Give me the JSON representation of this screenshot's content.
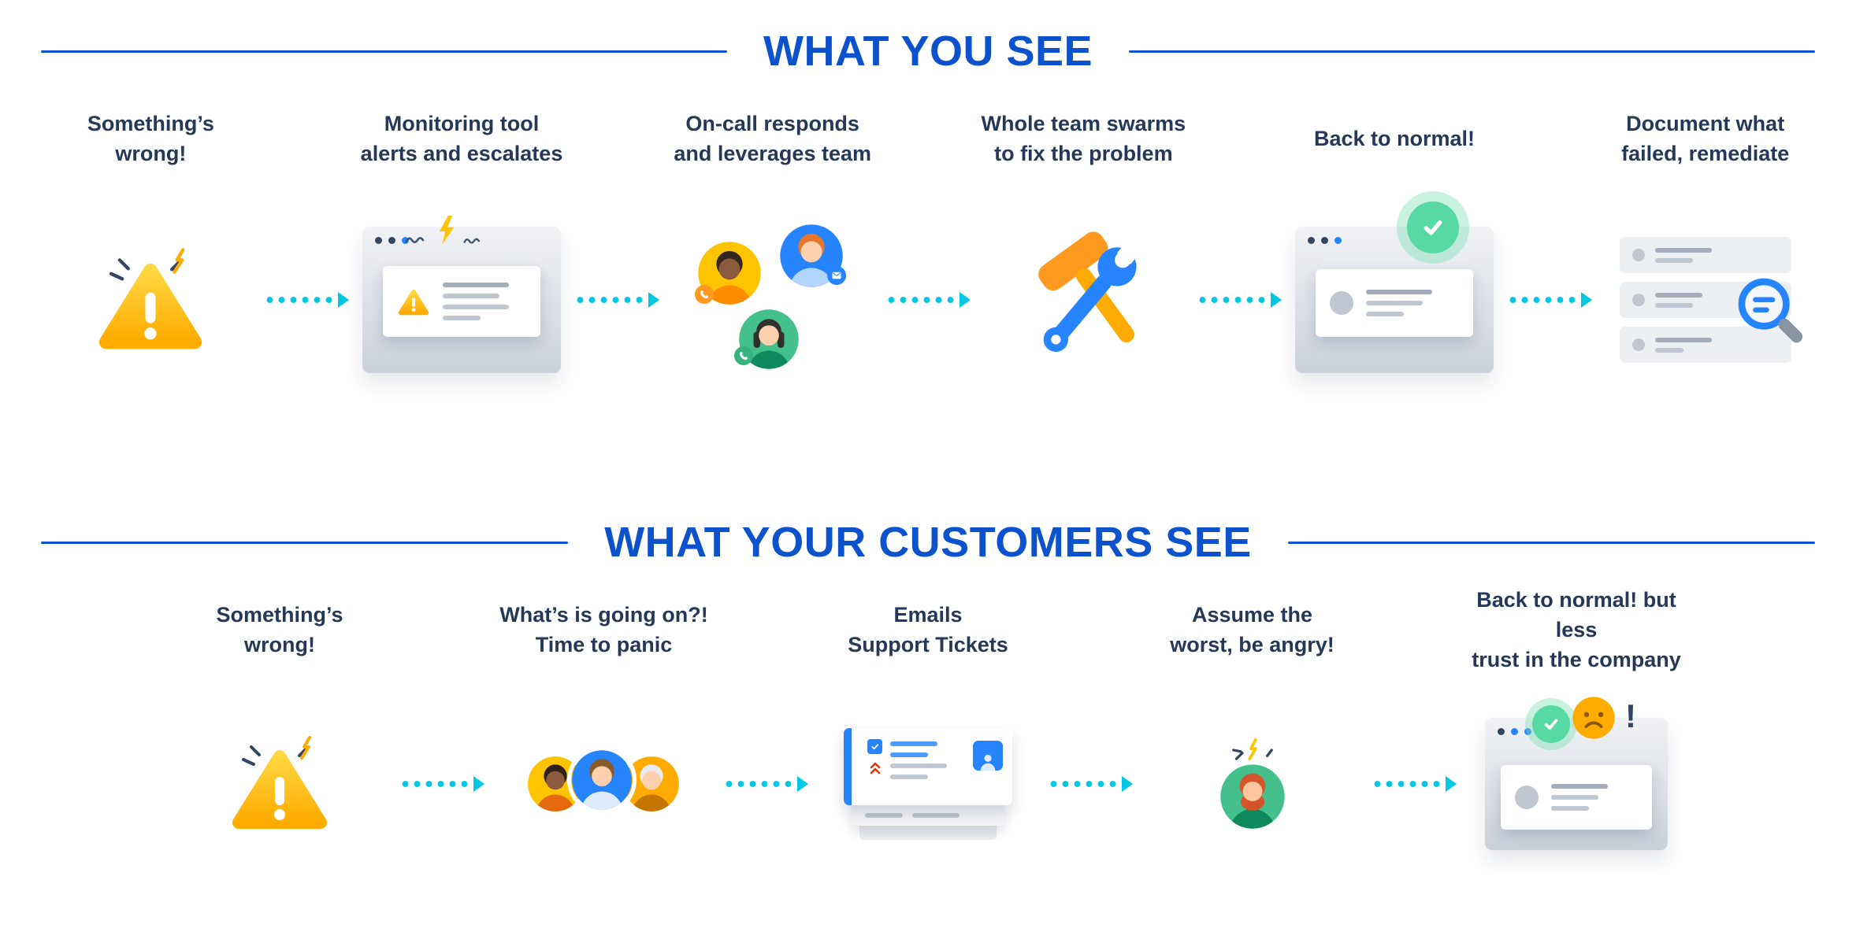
{
  "colors": {
    "title_blue": "#0B52CC",
    "text_navy": "#253858",
    "arrow_cyan": "#00C7E4",
    "warning_yellow": "#FFC400",
    "warning_orange": "#FFAB00",
    "success_green": "#57D9A3",
    "tool_blue": "#2684FF",
    "tool_orange": "#FF991F",
    "alert_red": "#DE350B"
  },
  "sections": [
    {
      "id": "what-you-see",
      "title": "WHAT YOU SEE",
      "steps": [
        {
          "label": "Something’s\nwrong!",
          "icon": "warning-triangle-icon"
        },
        {
          "label": "Monitoring tool\nalerts and escalates",
          "icon": "monitoring-alert-window-icon"
        },
        {
          "label": "On-call responds\nand leverages team",
          "icon": "on-call-team-avatars-icon"
        },
        {
          "label": "Whole team swarms\nto fix the problem",
          "icon": "crossed-tools-icon"
        },
        {
          "label": "Back to normal!",
          "icon": "window-success-check-icon"
        },
        {
          "label": "Document what\nfailed, remediate",
          "icon": "document-review-magnifier-icon"
        }
      ]
    },
    {
      "id": "what-your-customers-see",
      "title": "WHAT YOUR CUSTOMERS SEE",
      "steps": [
        {
          "label": "Something’s\nwrong!",
          "icon": "warning-triangle-icon"
        },
        {
          "label": "What’s is going on?!\nTime to panic",
          "icon": "panicking-customers-avatars-icon"
        },
        {
          "label": "Emails\nSupport Tickets",
          "icon": "email-support-tickets-icon"
        },
        {
          "label": "Assume the\nworst, be angry!",
          "icon": "angry-customer-avatar-icon"
        },
        {
          "label": "Back to normal! but less\ntrust in the company",
          "icon": "window-success-sad-face-icon",
          "mark": "!"
        }
      ]
    }
  ]
}
